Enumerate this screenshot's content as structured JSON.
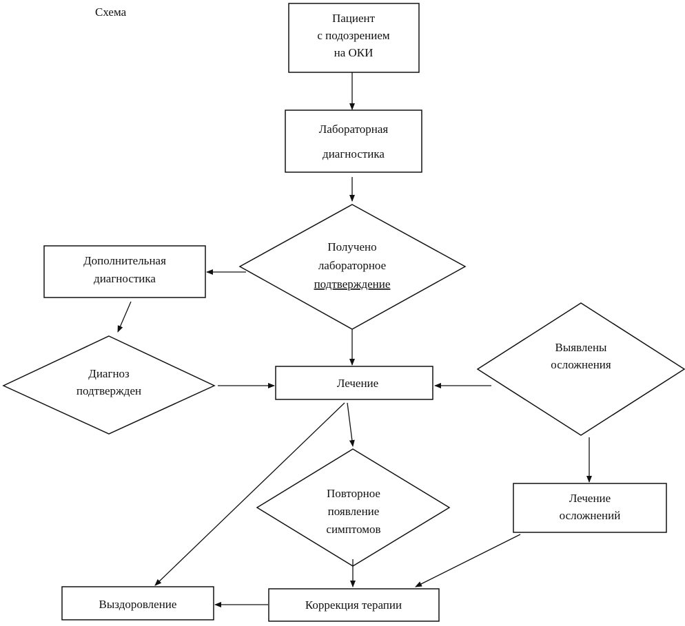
{
  "title": "Схема",
  "nodes": {
    "patient": [
      "Пациент",
      "с подозрением",
      "на ОКИ"
    ],
    "lab_diag": [
      "Лабораторная",
      "диагностика"
    ],
    "lab_confirmed": [
      "Получено",
      "лабораторное",
      "подтверждение"
    ],
    "extra_diag": [
      "Дополнительная",
      "диагностика"
    ],
    "diag_confirmed": [
      "Диагноз",
      "подтвержден"
    ],
    "treatment": [
      "Лечение"
    ],
    "complications": [
      "Выявлены",
      "осложнения"
    ],
    "compl_treatment": [
      "Лечение",
      "осложнений"
    ],
    "recurrence": [
      "Повторное",
      "появление",
      "симптомов"
    ],
    "recovery": [
      "Выздоровление"
    ],
    "correction": [
      "Коррекция терапии"
    ]
  },
  "colors": {
    "stroke": "#111111",
    "spellcheck": "#dd0000"
  }
}
